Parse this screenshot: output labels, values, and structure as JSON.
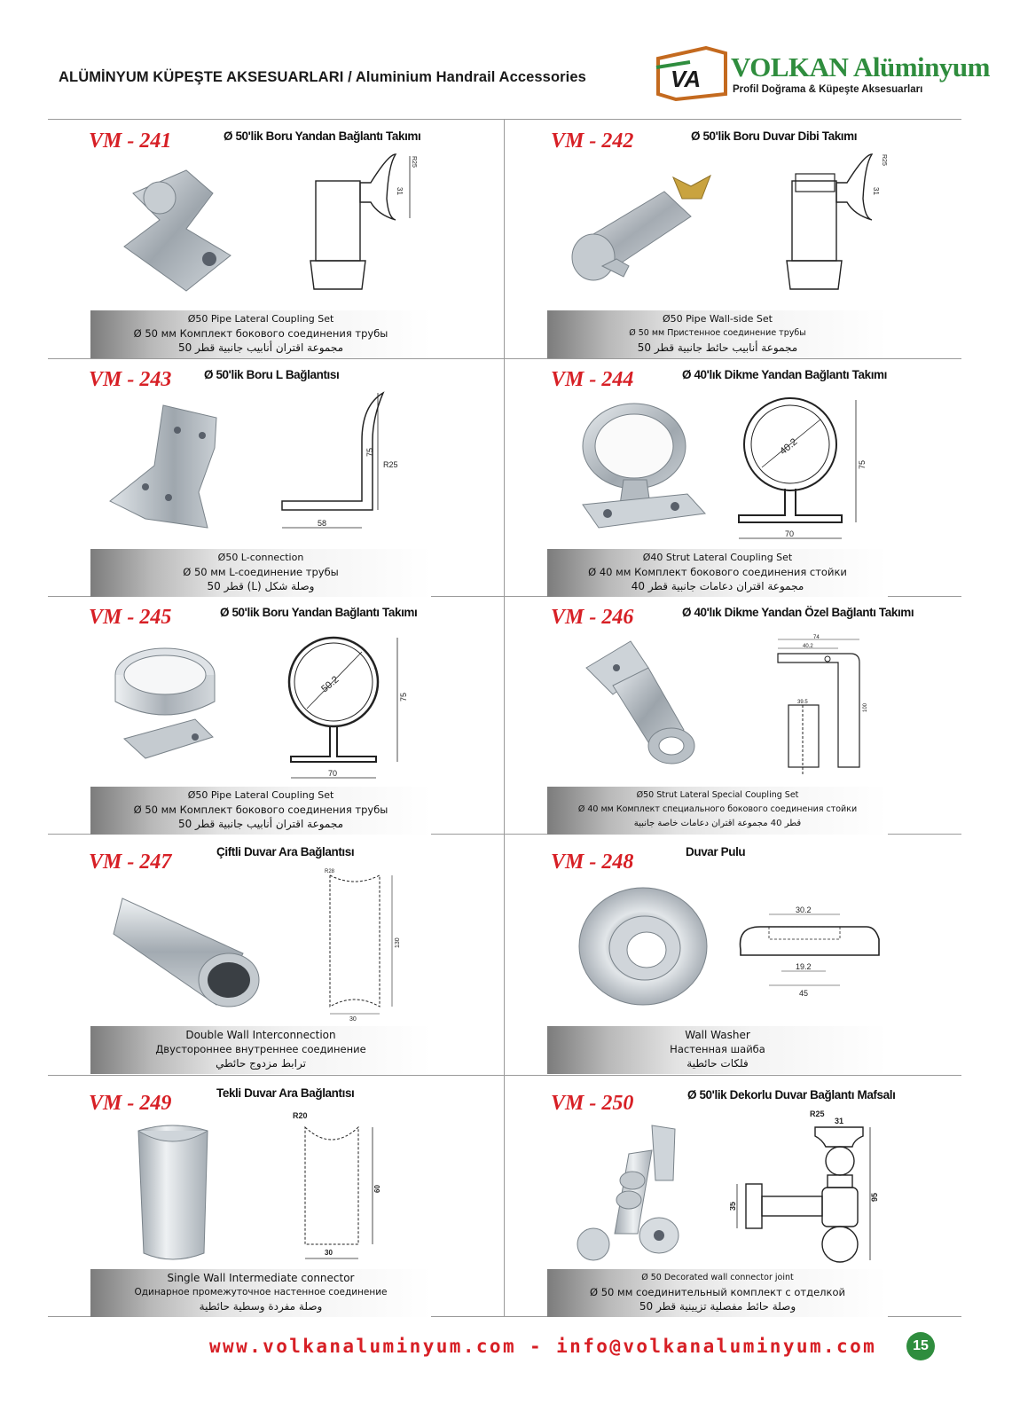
{
  "header": {
    "title": "ALÜMİNYUM KÜPEŞTE AKSESUARLARI / Aluminium Handrail Accessories",
    "brand_mark": "VA",
    "brand_name": "VOLKAN Alüminyum",
    "brand_tagline": "Profil Doğrama & Küpeşte Aksesuarları"
  },
  "products": [
    {
      "code": "VM - 241",
      "title": "Ø 50'lik Boru Yandan Bağlantı Takımı",
      "en": "Ø50 Pipe Lateral Coupling Set",
      "ru": "Ø 50 мм Комплект бокового соединения трубы",
      "ar": "مجموعة اقتران أنابيب جانبية قطر 50",
      "dims": [
        "R25",
        "31"
      ]
    },
    {
      "code": "VM - 242",
      "title": "Ø 50'lik Boru Duvar Dibi Takımı",
      "en": "Ø50 Pipe Wall-side Set",
      "ru": "Ø 50 мм Пристенное соединение трубы",
      "ar": "مجموعة أنابيب حائط جانبية قطر 50",
      "dims": [
        "R25",
        "31"
      ]
    },
    {
      "code": "VM - 243",
      "title": "Ø 50'lik Boru L Bağlantısı",
      "en": "Ø50 L-connection",
      "ru": "Ø 50 мм L-соединение трубы",
      "ar": "وصلة شكل (L) قطر 50",
      "dims": [
        "R25",
        "75",
        "58"
      ]
    },
    {
      "code": "VM - 244",
      "title": "Ø 40'lık Dikme Yandan Bağlantı Takımı",
      "en": "Ø40 Strut Lateral Coupling Set",
      "ru": "Ø 40 мм Комплект бокового соединения стойки",
      "ar": "مجموعة اقتران دعامات جانبية قطر 40",
      "dims": [
        "40.2",
        "75",
        "70"
      ]
    },
    {
      "code": "VM - 245",
      "title": "Ø 50'lik Boru Yandan Bağlantı Takımı",
      "en": "Ø50 Pipe Lateral Coupling Set",
      "ru": "Ø 50 мм Комплект бокового соединения трубы",
      "ar": "مجموعة اقتران أنابيب جانبية قطر 50",
      "dims": [
        "50.2",
        "75",
        "70"
      ]
    },
    {
      "code": "VM - 246",
      "title": "Ø 40'lık Dikme Yandan Özel Bağlantı Takımı",
      "en": "Ø50 Strut Lateral Special Coupling Set",
      "ru": "Ø 40 мм Комплект специального бокового соединения стойки",
      "ar": "قطر 40 مجموعة اقتران دعامات خاصة جانبية",
      "dims": [
        "74",
        "40.2",
        "39.5",
        "100"
      ]
    },
    {
      "code": "VM - 247",
      "title": "Çiftli Duvar Ara Bağlantısı",
      "en": "Double Wall Interconnection",
      "ru": "Двустороннее внутреннее соединение",
      "ar": "ترابط مزدوج حائطي",
      "dims": [
        "R28",
        "130",
        "30"
      ]
    },
    {
      "code": "VM - 248",
      "title": "Duvar Pulu",
      "en": "Wall Washer",
      "ru": "Настенная шайба",
      "ar": "فلكات حائطية",
      "dims": [
        "30.2",
        "19.2",
        "45"
      ]
    },
    {
      "code": "VM - 249",
      "title": "Tekli Duvar Ara Bağlantısı",
      "en": "Single Wall Intermediate connector",
      "ru": "Одинарное промежуточное настенное соединение",
      "ar": "وصلة مفردة وسطية حائطية",
      "dims": [
        "R20",
        "60",
        "30"
      ]
    },
    {
      "code": "VM - 250",
      "title": "Ø 50'lik Dekorlu Duvar Bağlantı Mafsalı",
      "en": "Ø 50 Decorated wall connector joint",
      "ru": "Ø 50 мм соединительный комплект с отделкой",
      "ar": "وصلة حائط مفصلية تزيينية قطر 50",
      "dims": [
        "R25",
        "31",
        "35",
        "95"
      ]
    }
  ],
  "footer": {
    "web": "www.volkanaluminyum.com  -  info@volkanaluminyum.com",
    "page": "15"
  },
  "colors": {
    "code_red": "#d71f25",
    "brand_green": "#2f8d3e",
    "rule_gray": "#9a9a9a"
  }
}
